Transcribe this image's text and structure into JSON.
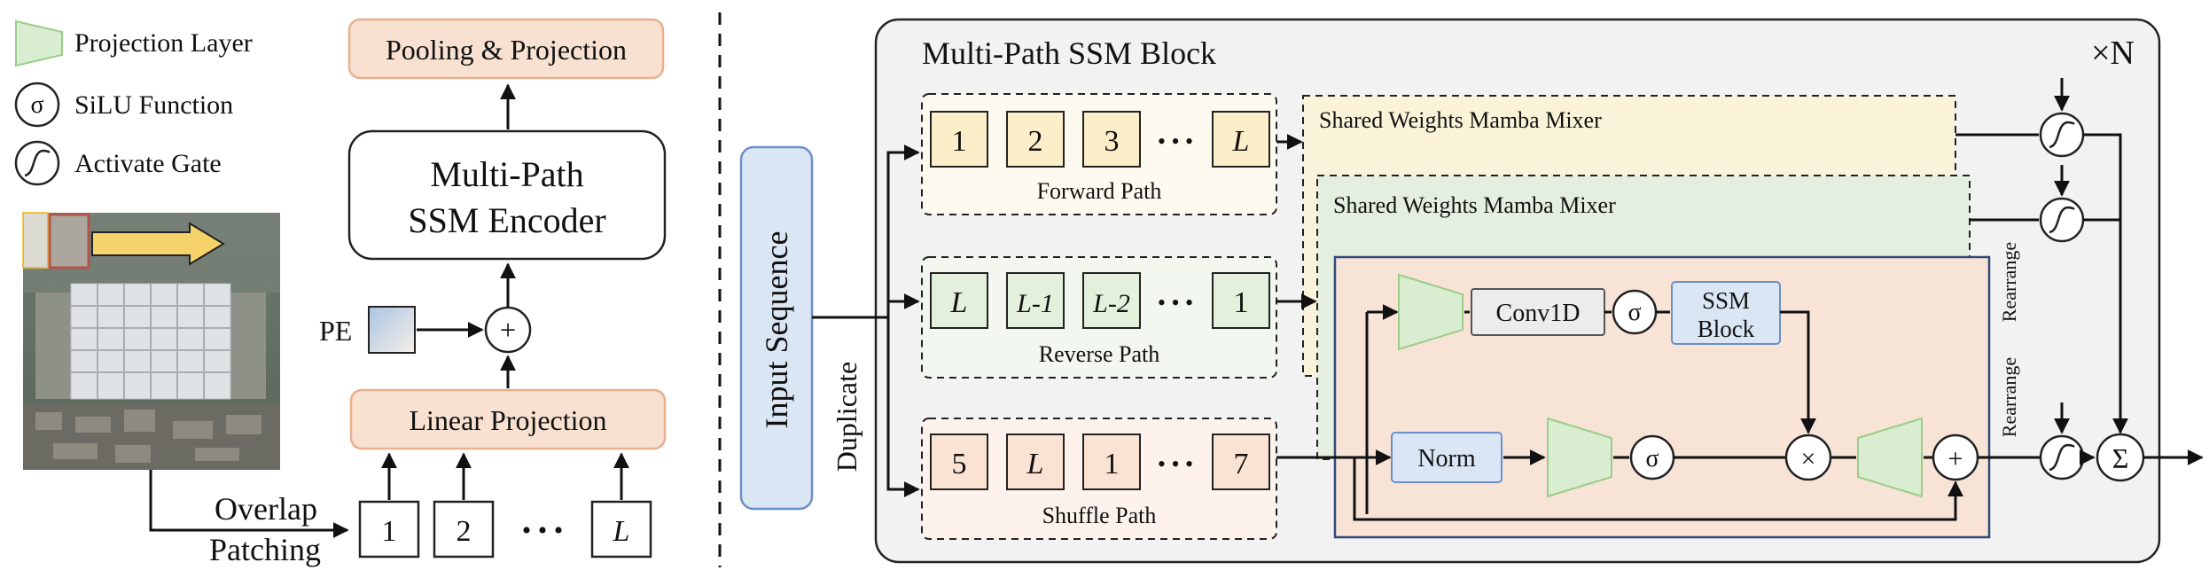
{
  "legend": {
    "projection_layer": "Projection Layer",
    "silu_function": "SiLU Function",
    "activate_gate": "Activate Gate",
    "sigma_symbol": "σ"
  },
  "left_pipeline": {
    "pooling_projection": "Pooling & Projection",
    "encoder_line1": "Multi-Path",
    "encoder_line2": "SSM Encoder",
    "pe_label": "PE",
    "plus_symbol": "+",
    "linear_projection": "Linear Projection",
    "overlap_line1": "Overlap",
    "overlap_line2": "Patching",
    "patches": [
      "1",
      "2",
      "L"
    ],
    "dots": "• • •"
  },
  "block": {
    "title": "Multi-Path SSM Block",
    "repeat": "×N",
    "input_sequence": "Input Sequence",
    "duplicate": "Duplicate",
    "forward_path": {
      "label": "Forward Path",
      "tokens": [
        "1",
        "2",
        "3",
        "L"
      ]
    },
    "reverse_path": {
      "label": "Reverse Path",
      "tokens": [
        "L",
        "L-1",
        "L-2",
        "1"
      ]
    },
    "shuffle_path": {
      "label": "Shuffle Path",
      "tokens": [
        "5",
        "L",
        "1",
        "7"
      ]
    },
    "mixer_label": "Shared Weights Mamba Mixer",
    "conv1d": "Conv1D",
    "ssm_line1": "SSM",
    "ssm_line2": "Block",
    "norm": "Norm",
    "sigma": "σ",
    "times": "×",
    "plus": "+",
    "rearrange": "Rearrange",
    "sum": "Σ"
  },
  "colors": {
    "forward_token_fill": "#fbeec8",
    "forward_bg": "#fdfaf0",
    "reverse_token_fill": "#e3f0dc",
    "reverse_bg": "#f2f7ef",
    "shuffle_token_fill": "#fbe3d3",
    "shuffle_bg": "#fdf3ec",
    "mixer_yellow": "#fbf3d9",
    "mixer_green": "#e4efdf",
    "mixer_orange": "#f8e4d6",
    "projection_green": "#d9edd0",
    "blue_box": "#dbe6f5",
    "blue_border": "#6d8fc7",
    "block_bg": "#f2f2f2",
    "accent_orange": "#f8e1d0"
  }
}
